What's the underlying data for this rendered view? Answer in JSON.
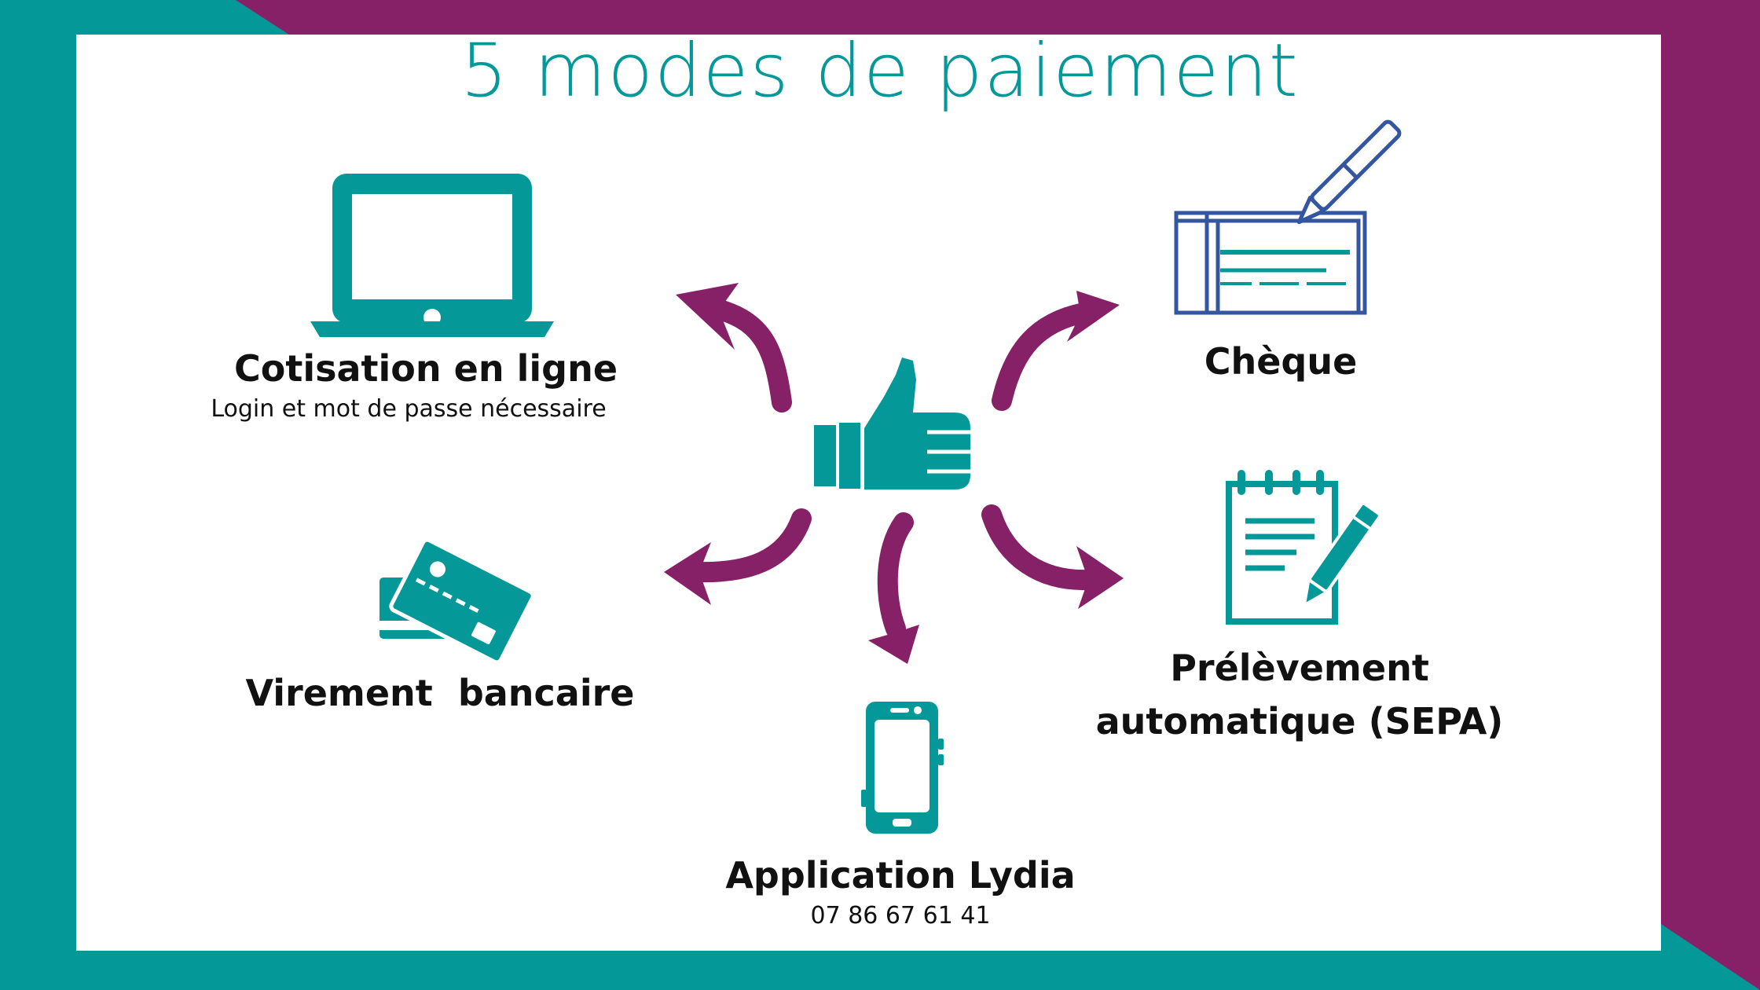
{
  "title": "5 modes de paiement",
  "colors": {
    "teal": "#049899",
    "purple": "#862067",
    "navy": "#3456A0",
    "white": "#FFFFFF",
    "text": "#111111"
  },
  "methods": [
    {
      "label": "Cotisation en ligne",
      "note": "Login et mot de passe nécessaire",
      "icon": "laptop-icon"
    },
    {
      "label": "Chèque",
      "icon": "cheque-pen-icon"
    },
    {
      "label": "Virement  bancaire",
      "icon": "bank-cards-icon"
    },
    {
      "label": "Prélèvement",
      "label_line2": "automatique (SEPA)",
      "icon": "notepad-pencil-icon"
    },
    {
      "label": "Application Lydia",
      "note": "07 86 67 61 41",
      "icon": "smartphone-icon"
    }
  ],
  "center_icon": "thumbs-up-icon"
}
